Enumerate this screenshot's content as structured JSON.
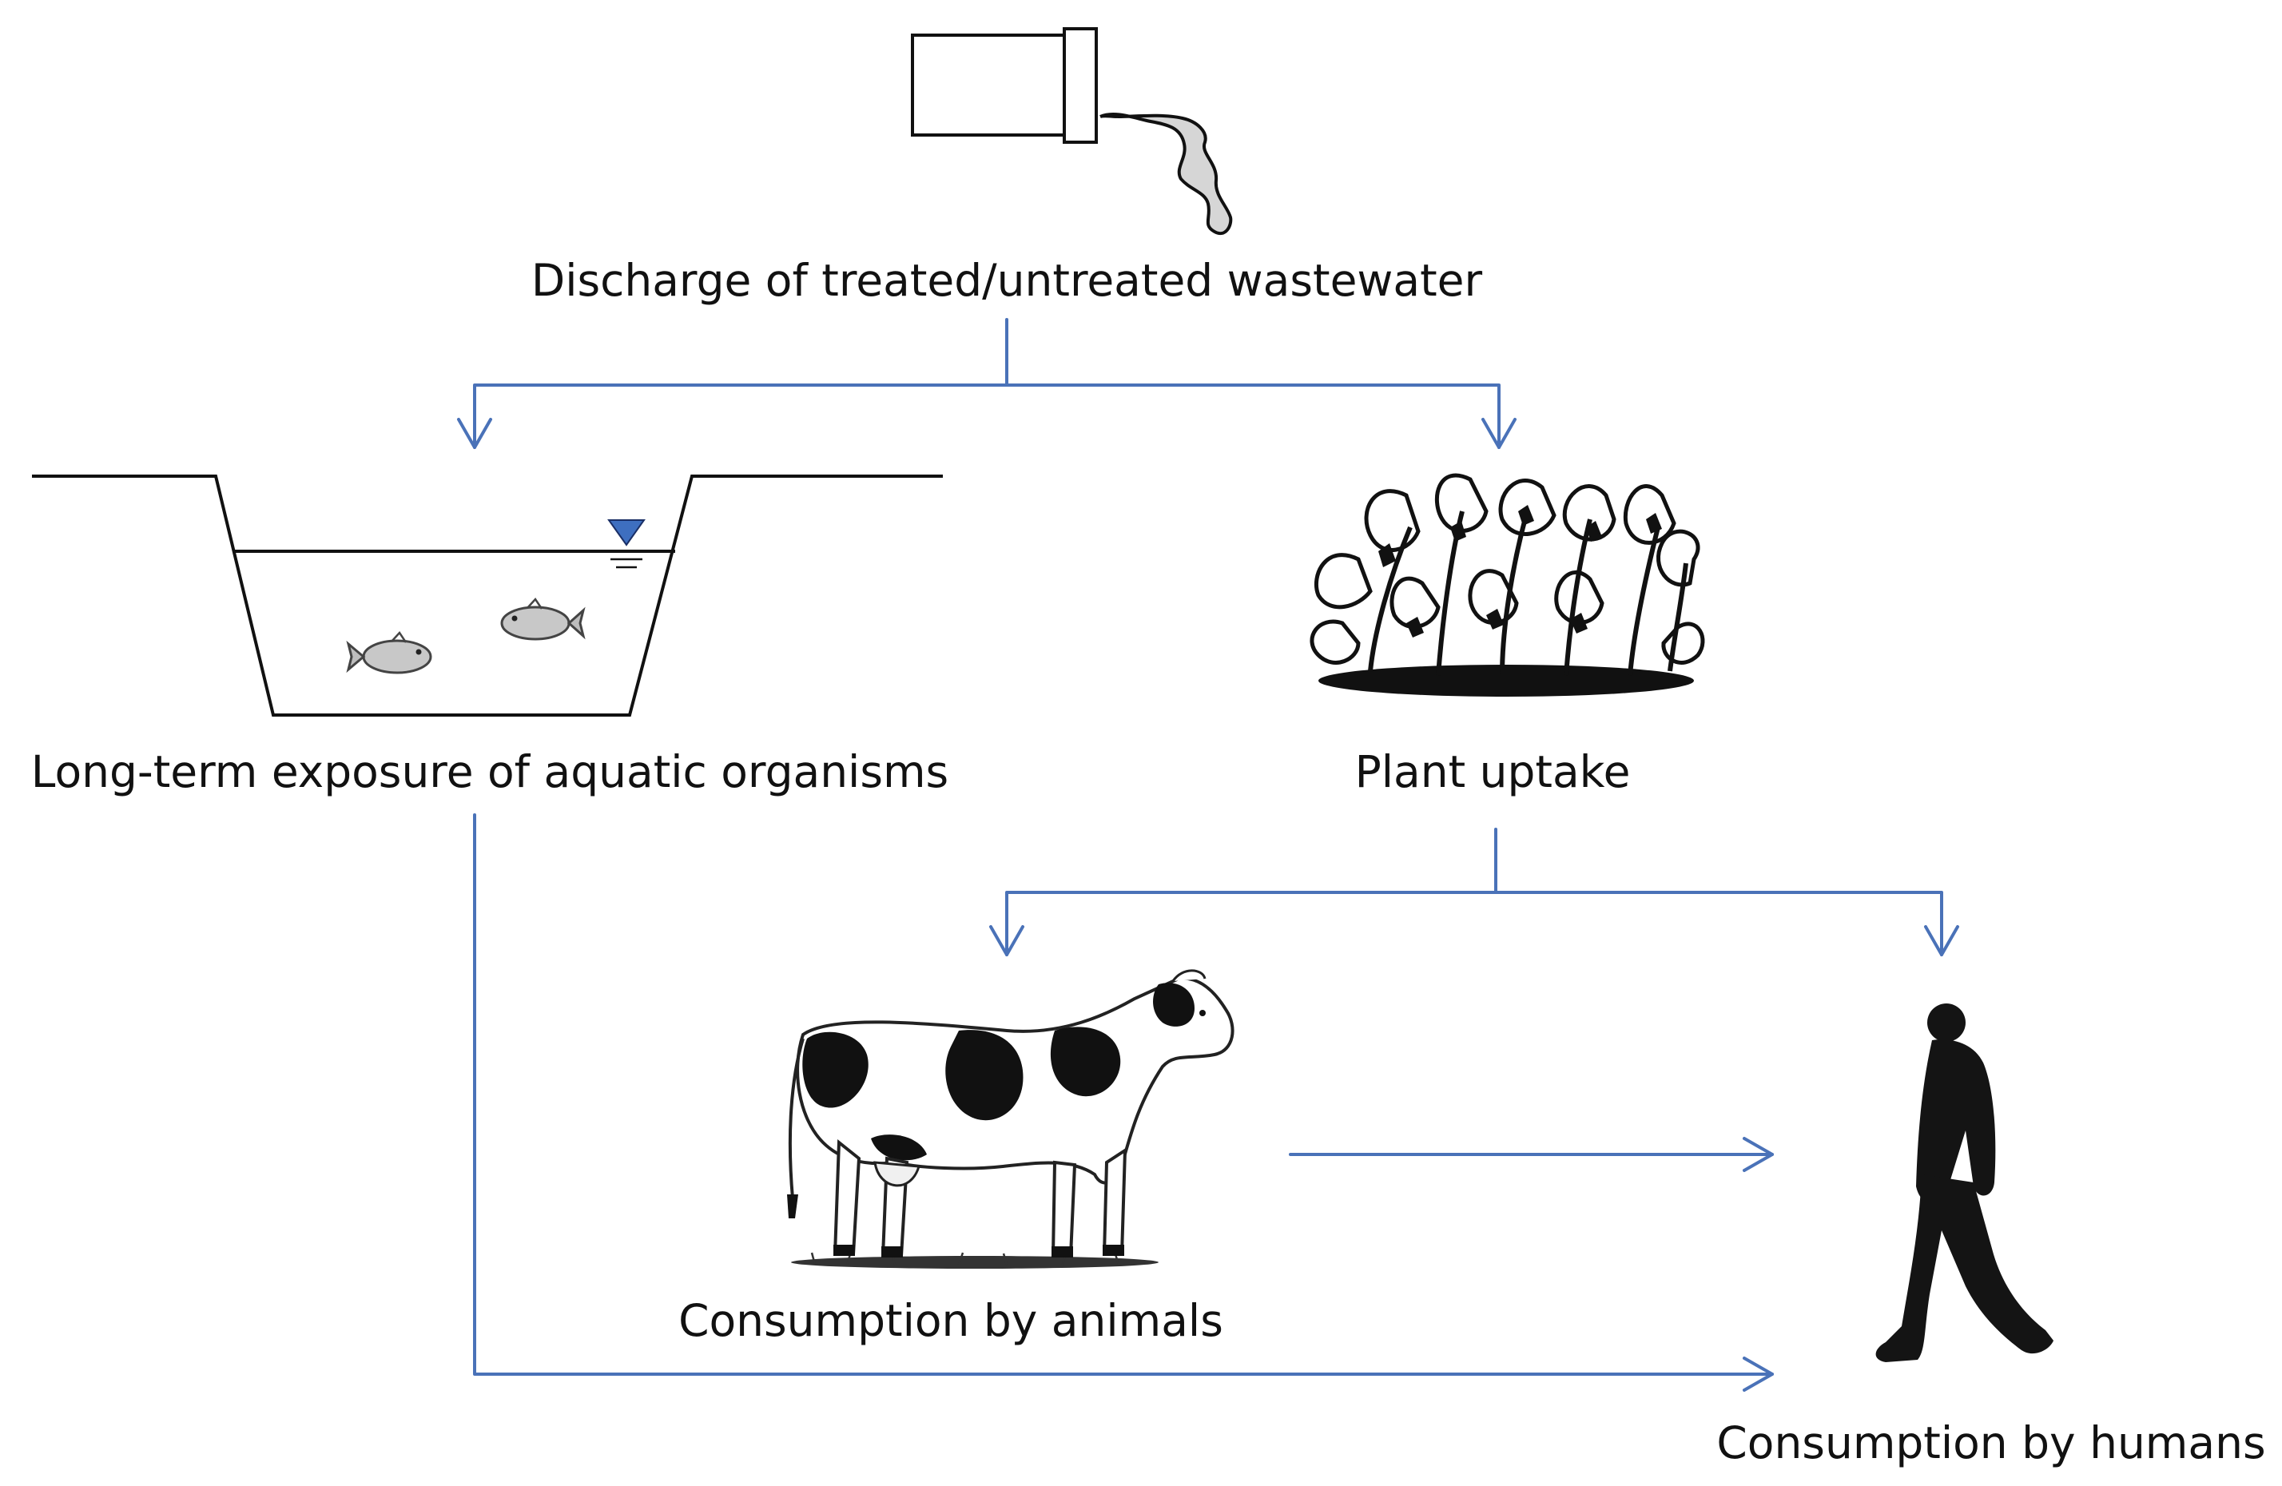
{
  "nodes": {
    "discharge": {
      "label": "Discharge of treated/untreated wastewater",
      "icon": "discharge-pipe-icon"
    },
    "aquatic": {
      "label": "Long-term exposure of aquatic organisms",
      "icon": "pond-with-fish-icon"
    },
    "plant": {
      "label": "Plant uptake",
      "icon": "plant-icon"
    },
    "animals": {
      "label": "Consumption by animals",
      "icon": "cow-icon"
    },
    "humans": {
      "label": "Consumption by humans",
      "icon": "walking-person-icon"
    }
  },
  "edges": [
    {
      "from": "discharge",
      "to": "aquatic"
    },
    {
      "from": "discharge",
      "to": "plant"
    },
    {
      "from": "plant",
      "to": "animals"
    },
    {
      "from": "plant",
      "to": "humans"
    },
    {
      "from": "animals",
      "to": "humans"
    },
    {
      "from": "aquatic",
      "to": "humans"
    }
  ],
  "colors": {
    "arrow": "#4a72b8",
    "water_marker": "#3e6fc0",
    "ink": "#111111",
    "pipe_flow": "#d6d6d6"
  }
}
